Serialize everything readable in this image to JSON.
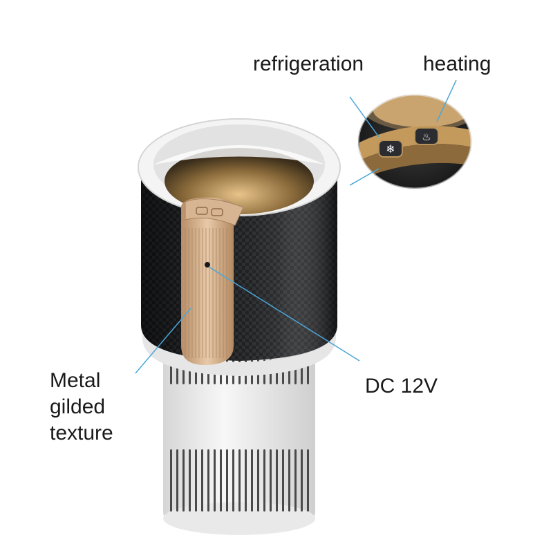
{
  "labels": {
    "refrigeration": "refrigeration",
    "heating": "heating",
    "dc": "DC 12V",
    "metal": [
      "Metal",
      "gilded",
      "texture"
    ]
  },
  "colors": {
    "callout_line": "#4aa6d8",
    "carbon_body": "#1c1d1f",
    "gold_trim": "#c9a77e",
    "white_shell": "#f3f3f3",
    "button_dark": "#2a2c30",
    "button_gold": "#b8935c"
  },
  "icons": {
    "refrigeration_button": "snowflake-icon",
    "heating_button": "heat-waves-icon"
  }
}
